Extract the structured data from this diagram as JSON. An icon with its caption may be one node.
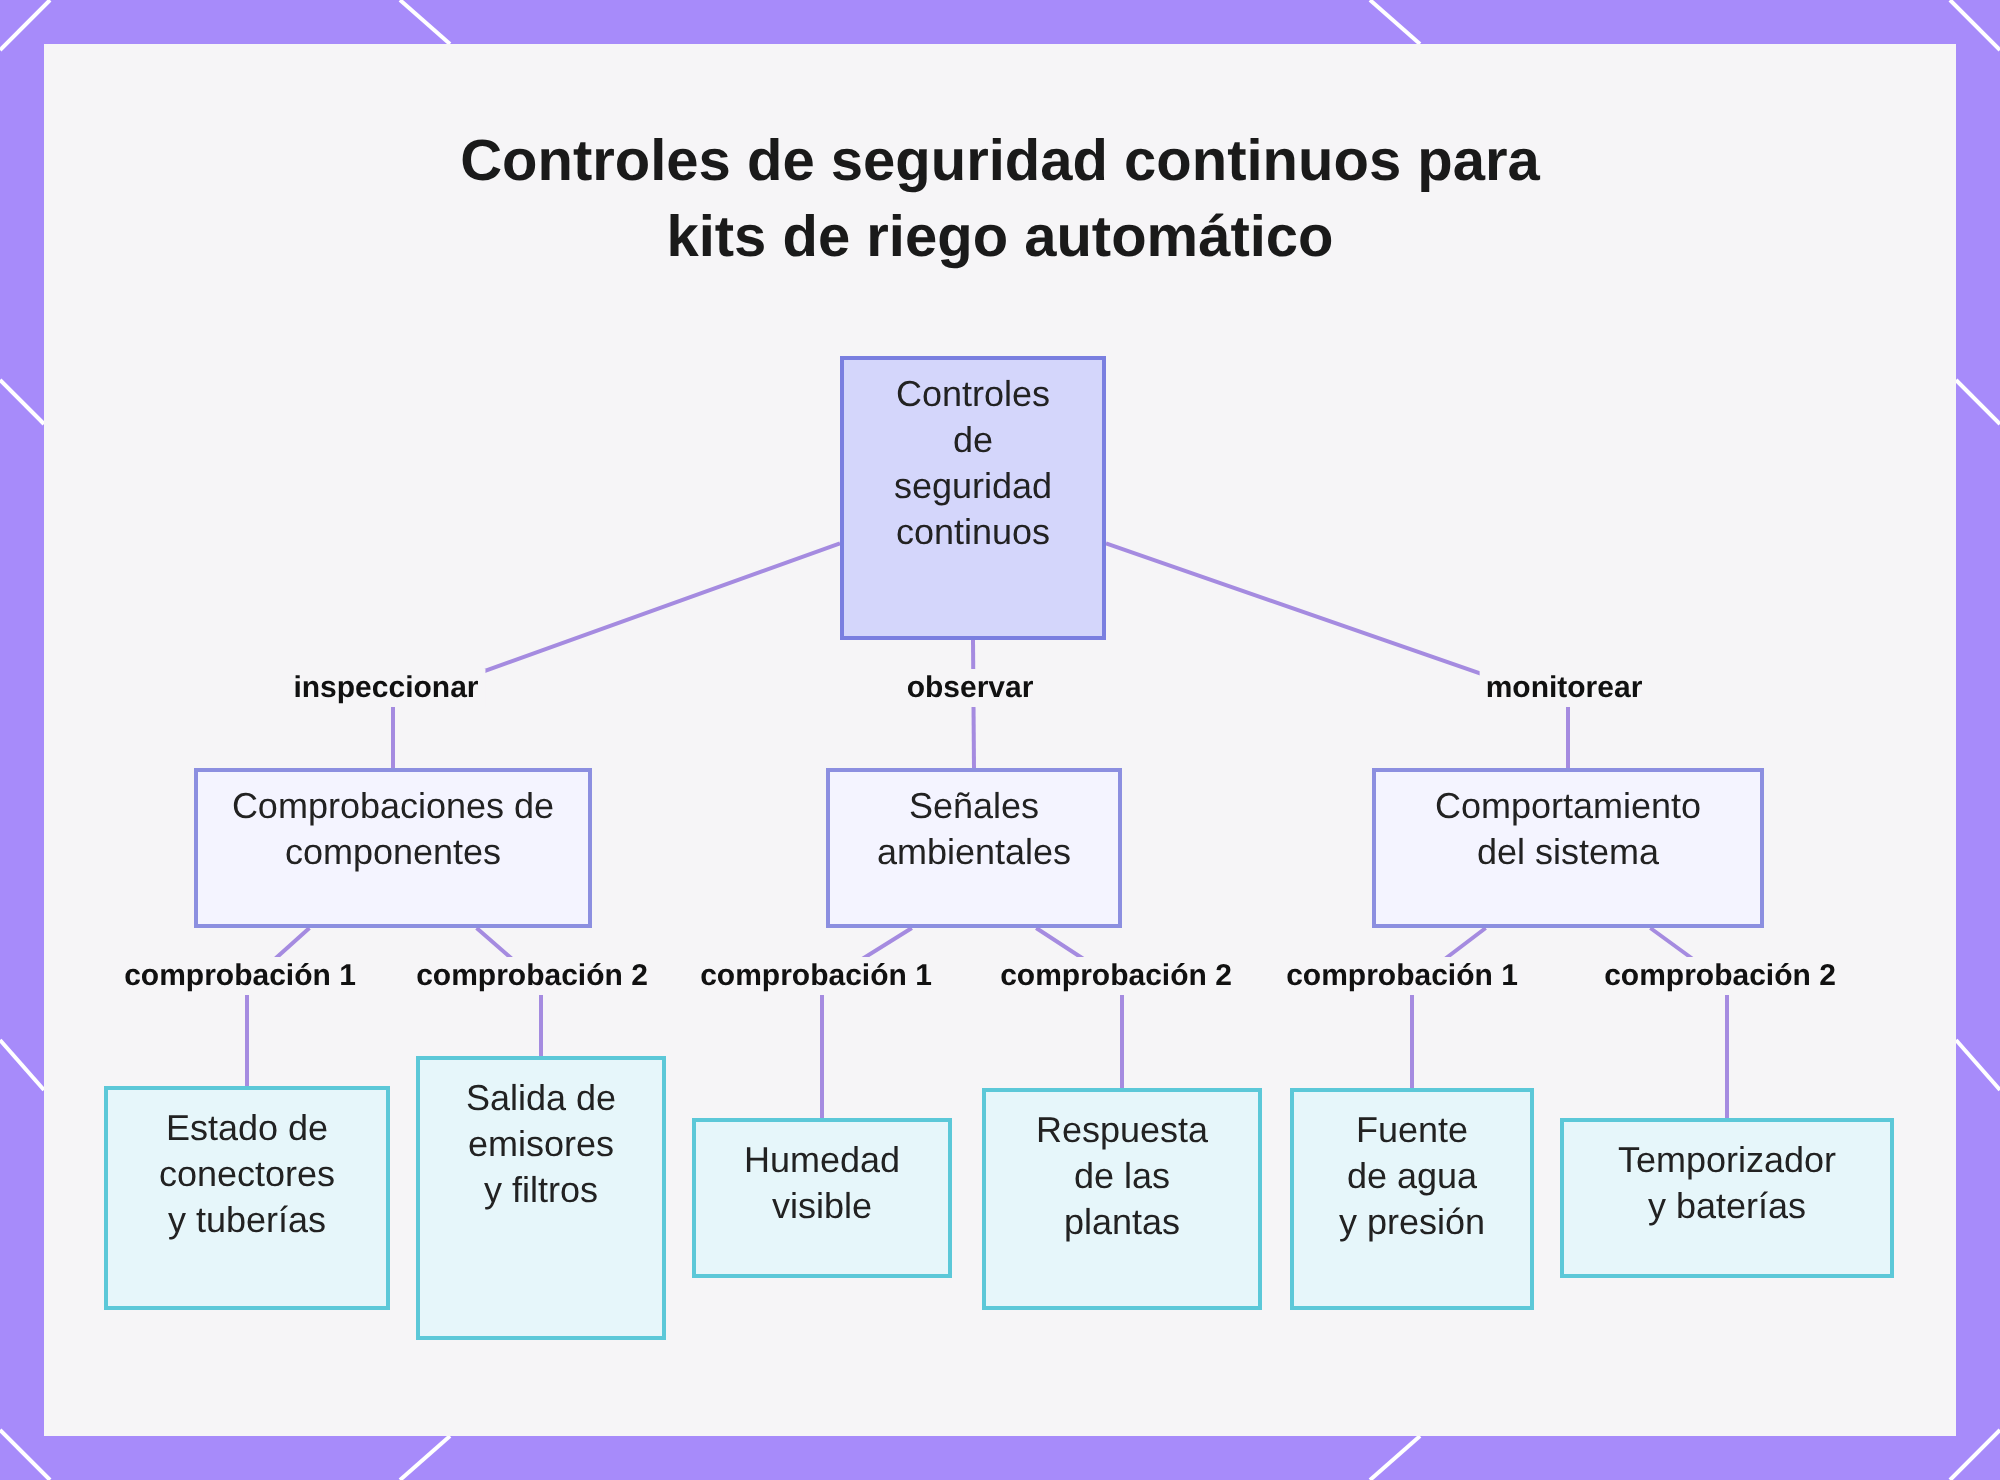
{
  "diagram": {
    "title": "Controles de seguridad continuos para kits de riego automático",
    "nodes": [
      {
        "text": [
          "Controles de seguridad continuos"
        ]
      },
      {
        "text": [
          "Comprobaciones de componentes"
        ]
      },
      {
        "text": [
          "Señales ambientales"
        ]
      },
      {
        "text": [
          "Comportamiento del sistema"
        ]
      },
      {
        "text": [
          "Estado de conectores y tuberías"
        ]
      },
      {
        "text": [
          "Salida de emisores y filtros"
        ]
      },
      {
        "text": [
          "Humedad visible"
        ]
      },
      {
        "text": [
          "Respuesta de las plantas"
        ]
      },
      {
        "text": [
          "Fuente de agua y presión"
        ]
      },
      {
        "text": [
          "Temporizador y baterías"
        ]
      }
    ],
    "edges": [
      {
        "from": 0,
        "to": 1,
        "arrow": "none",
        "label": "inspeccionar"
      },
      {
        "from": 0,
        "to": 2,
        "arrow": "none",
        "label": "observar"
      },
      {
        "from": 0,
        "to": 3,
        "arrow": "none",
        "label": "monitorear"
      },
      {
        "from": 1,
        "to": 4,
        "arrow": "none",
        "label": "comprobación 1"
      },
      {
        "from": 1,
        "to": 5,
        "arrow": "none",
        "label": "comprobación 2"
      },
      {
        "from": 2,
        "to": 6,
        "arrow": "none",
        "label": "comprobación 1"
      },
      {
        "from": 2,
        "to": 7,
        "arrow": "none",
        "label": "comprobación 2"
      },
      {
        "from": 3,
        "to": 8,
        "arrow": "none",
        "label": "comprobación 1"
      },
      {
        "from": 3,
        "to": 9,
        "arrow": "none",
        "label": "comprobación 2"
      }
    ]
  }
}
